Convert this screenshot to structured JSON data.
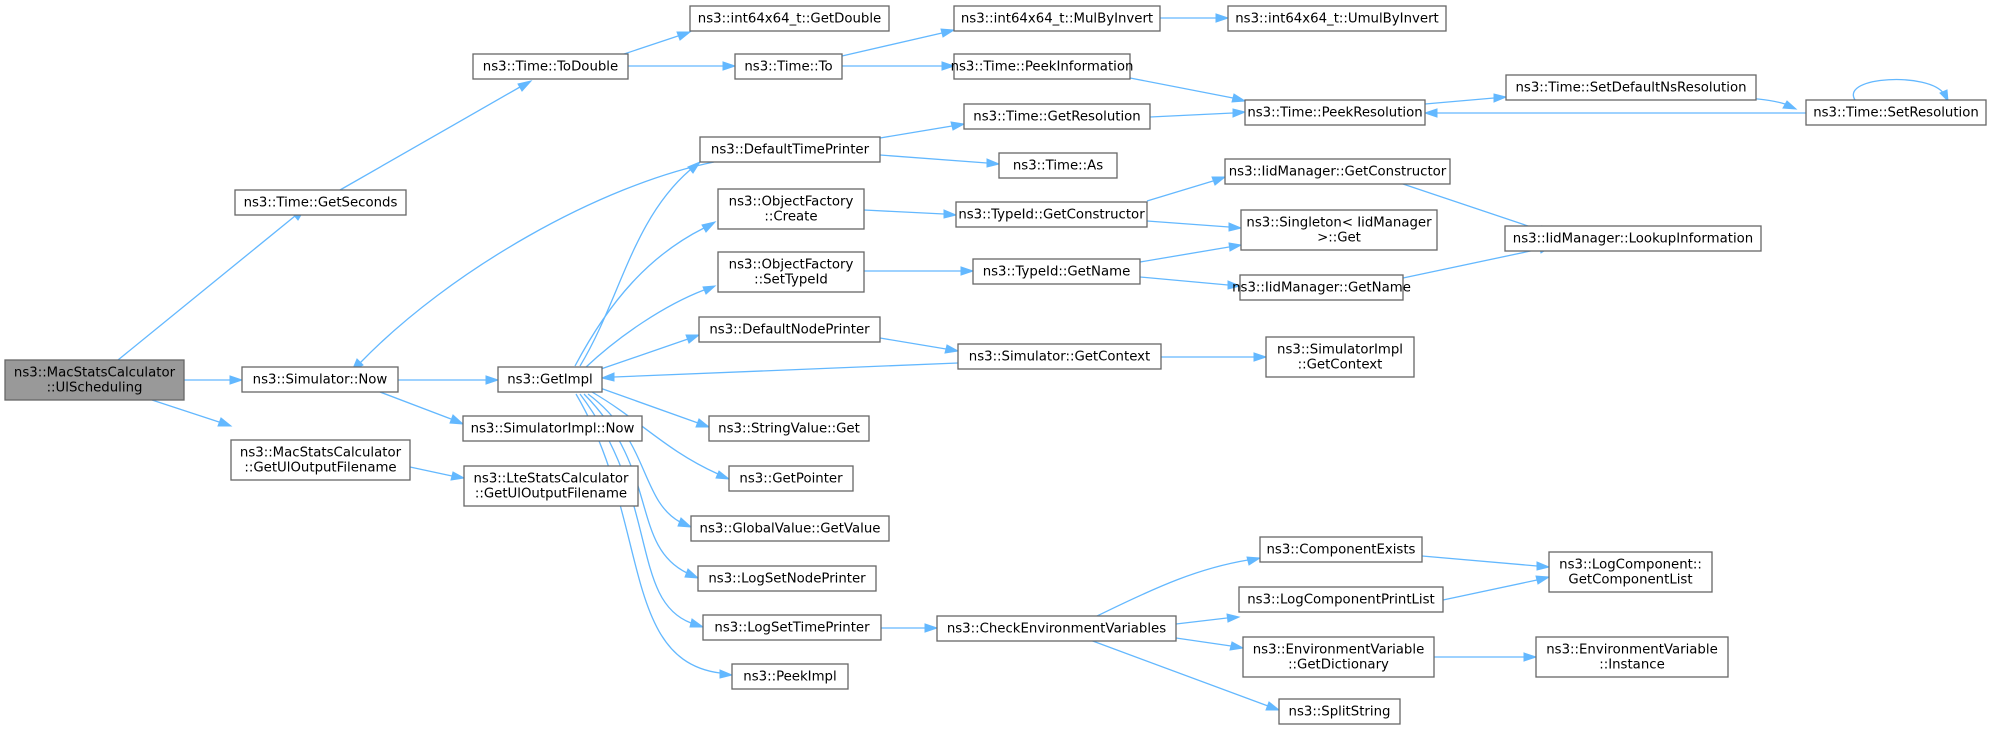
{
  "graph": {
    "title": "",
    "colors": {
      "edge": "#63b8ff",
      "node_border": "#666666",
      "node_fill": "#ffffff",
      "root_fill": "#999999"
    },
    "nodes": [
      {
        "id": "ulsched",
        "root": true,
        "lines": [
          "ns3::MacStatsCalculator",
          "::UlScheduling"
        ]
      },
      {
        "id": "getseconds",
        "lines": [
          "ns3::Time::GetSeconds"
        ]
      },
      {
        "id": "simnow",
        "lines": [
          "ns3::Simulator::Now"
        ]
      },
      {
        "id": "getulout",
        "lines": [
          "ns3::MacStatsCalculator",
          "::GetUlOutputFilename"
        ]
      },
      {
        "id": "todouble",
        "lines": [
          "ns3::Time::ToDouble"
        ]
      },
      {
        "id": "getimpl",
        "lines": [
          "ns3::GetImpl"
        ]
      },
      {
        "id": "simimplnow",
        "lines": [
          "ns3::SimulatorImpl::Now"
        ]
      },
      {
        "id": "ltegetulout",
        "lines": [
          "ns3::LteStatsCalculator",
          "::GetUlOutputFilename"
        ]
      },
      {
        "id": "getdouble",
        "lines": [
          "ns3::int64x64_t::GetDouble"
        ]
      },
      {
        "id": "timeto",
        "lines": [
          "ns3::Time::To"
        ]
      },
      {
        "id": "deftimeprinter",
        "lines": [
          "ns3::DefaultTimePrinter"
        ]
      },
      {
        "id": "ofcreate",
        "lines": [
          "ns3::ObjectFactory",
          "::Create"
        ]
      },
      {
        "id": "ofsettypeid",
        "lines": [
          "ns3::ObjectFactory",
          "::SetTypeId"
        ]
      },
      {
        "id": "defnodeprinter",
        "lines": [
          "ns3::DefaultNodePrinter"
        ]
      },
      {
        "id": "stringget",
        "lines": [
          "ns3::StringValue::Get"
        ]
      },
      {
        "id": "getpointer",
        "lines": [
          "ns3::GetPointer"
        ]
      },
      {
        "id": "gvgetvalue",
        "lines": [
          "ns3::GlobalValue::GetValue"
        ]
      },
      {
        "id": "logsetnode",
        "lines": [
          "ns3::LogSetNodePrinter"
        ]
      },
      {
        "id": "logsettime",
        "lines": [
          "ns3::LogSetTimePrinter"
        ]
      },
      {
        "id": "peekimpl",
        "lines": [
          "ns3::PeekImpl"
        ]
      },
      {
        "id": "mulbyinvert",
        "lines": [
          "ns3::int64x64_t::MulByInvert"
        ]
      },
      {
        "id": "peekinfo",
        "lines": [
          "ns3::Time::PeekInformation"
        ]
      },
      {
        "id": "getresolution",
        "lines": [
          "ns3::Time::GetResolution"
        ]
      },
      {
        "id": "timeas",
        "lines": [
          "ns3::Time::As"
        ]
      },
      {
        "id": "tidgetctor",
        "lines": [
          "ns3::TypeId::GetConstructor"
        ]
      },
      {
        "id": "tidgetname",
        "lines": [
          "ns3::TypeId::GetName"
        ]
      },
      {
        "id": "simgetcontext",
        "lines": [
          "ns3::Simulator::GetContext"
        ]
      },
      {
        "id": "checkenv",
        "lines": [
          "ns3::CheckEnvironmentVariables"
        ]
      },
      {
        "id": "umulbyinvert",
        "lines": [
          "ns3::int64x64_t::UmulByInvert"
        ]
      },
      {
        "id": "peekres",
        "lines": [
          "ns3::Time::PeekResolution"
        ]
      },
      {
        "id": "iidgetctor",
        "lines": [
          "ns3::IidManager::GetConstructor"
        ]
      },
      {
        "id": "singletonget",
        "lines": [
          "ns3::Singleton< IidManager",
          " >::Get"
        ]
      },
      {
        "id": "iidgetname",
        "lines": [
          "ns3::IidManager::GetName"
        ]
      },
      {
        "id": "simimplctx",
        "lines": [
          "ns3::SimulatorImpl",
          "::GetContext"
        ]
      },
      {
        "id": "compexists",
        "lines": [
          "ns3::ComponentExists"
        ]
      },
      {
        "id": "logcompprint",
        "lines": [
          "ns3::LogComponentPrintList"
        ]
      },
      {
        "id": "envgetdict",
        "lines": [
          "ns3::EnvironmentVariable",
          "::GetDictionary"
        ]
      },
      {
        "id": "splitstring",
        "lines": [
          "ns3::SplitString"
        ]
      },
      {
        "id": "setdefaultns",
        "lines": [
          "ns3::Time::SetDefaultNsResolution"
        ]
      },
      {
        "id": "iidlookup",
        "lines": [
          "ns3::IidManager::LookupInformation"
        ]
      },
      {
        "id": "logcompgetlist",
        "lines": [
          "ns3::LogComponent::",
          "GetComponentList"
        ]
      },
      {
        "id": "envinstance",
        "lines": [
          "ns3::EnvironmentVariable",
          "::Instance"
        ]
      },
      {
        "id": "setresolution",
        "lines": [
          "ns3::Time::SetResolution"
        ]
      }
    ]
  }
}
